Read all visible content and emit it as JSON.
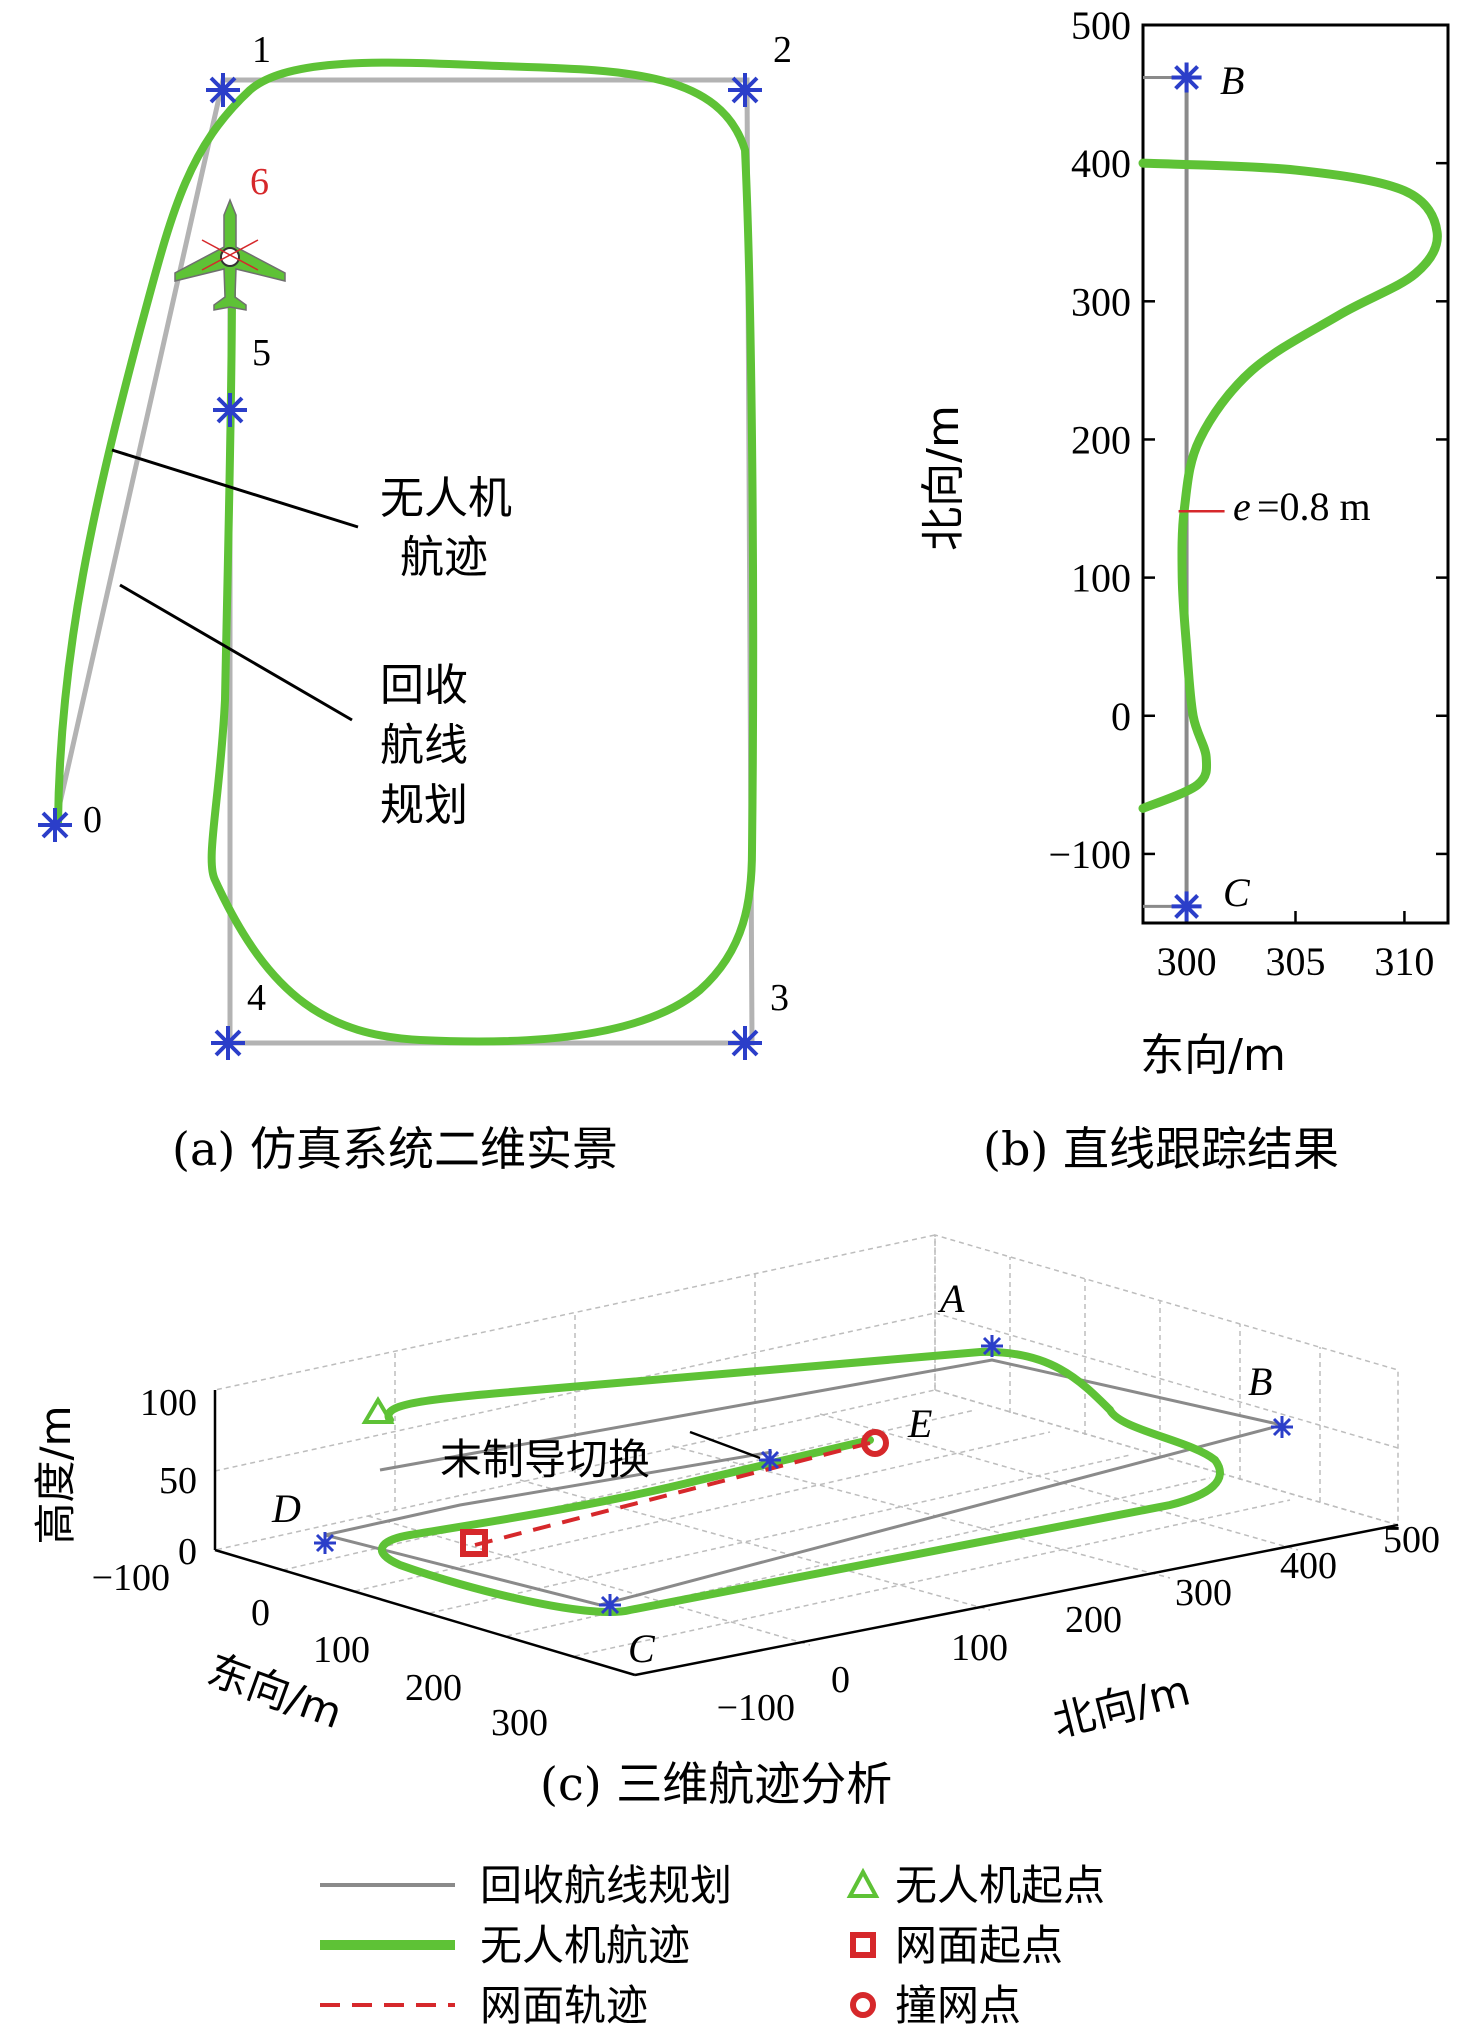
{
  "panel_a": {
    "caption": "(a) 仿真系统二维实景",
    "waypoints": [
      "0",
      "1",
      "2",
      "3",
      "4",
      "5",
      "6"
    ],
    "annotation_track_line1": "无人机",
    "annotation_track_line2": "航迹",
    "annotation_plan_line1": "回收",
    "annotation_plan_line2": "航线",
    "annotation_plan_line3": "规划",
    "colors": {
      "plan": "#b3b3b3",
      "track": "#5ec236",
      "marker": "#2b3ec9",
      "waypoint6": "#d6282b"
    }
  },
  "panel_b": {
    "caption": "(b) 直线跟踪结果",
    "error_label_prefix": "e",
    "error_label_value": "=0.8 m",
    "point_B": "B",
    "point_C": "C"
  },
  "panel_c": {
    "caption": "(c) 三维航迹分析",
    "point_labels": [
      "A",
      "B",
      "C",
      "D",
      "E"
    ],
    "switch_label": "末制导切换",
    "xlabel": "东向/m",
    "ylabel": "北向/m",
    "zlabel": "高度/m",
    "x_ticks": [
      "−100",
      "0",
      "100",
      "200",
      "300"
    ],
    "y_ticks": [
      "−100",
      "0",
      "100",
      "200",
      "300",
      "400",
      "500"
    ],
    "z_ticks": [
      "0",
      "50",
      "100"
    ]
  },
  "legend": {
    "plan": "回收航线规划",
    "track": "无人机航迹",
    "net": "网面轨迹",
    "uav_start": "无人机起点",
    "net_start": "网面起点",
    "hit": "撞网点"
  },
  "chart_data": [
    {
      "type": "line",
      "panel": "b",
      "xlabel": "东向/m",
      "ylabel": "北向/m",
      "xlim": [
        298,
        312
      ],
      "ylim": [
        -150,
        500
      ],
      "x_ticks": [
        300,
        305,
        310
      ],
      "y_ticks": [
        -100,
        0,
        100,
        200,
        300,
        400,
        500
      ],
      "grid": false,
      "series": [
        {
          "role": "plan",
          "x": [
            300,
            300
          ],
          "y": [
            -140,
            462
          ]
        },
        {
          "role": "track",
          "x": [
            298,
            300.5,
            300.9,
            300.3,
            300,
            299.8,
            299.9,
            300.6,
            303,
            307,
            310.5,
            311.5,
            310,
            305,
            298
          ],
          "y": [
            -67,
            -50,
            -30,
            0,
            50,
            100,
            150,
            200,
            250,
            290,
            320,
            350,
            380,
            395,
            400
          ]
        }
      ],
      "points": [
        {
          "label": "B",
          "x": 300,
          "y": 462
        },
        {
          "label": "C",
          "x": 300,
          "y": -138
        }
      ],
      "annotations": [
        {
          "text": "e=0.8 m",
          "x": 300,
          "y": 148
        }
      ]
    },
    {
      "type": "line",
      "panel": "c",
      "xlabel": "东向/m",
      "ylabel": "北向/m",
      "zlabel": "高度/m",
      "xlim": [
        -100,
        300
      ],
      "ylim": [
        -100,
        500
      ],
      "zlim": [
        0,
        100
      ],
      "grid": true,
      "points": [
        {
          "label": "A",
          "x": 0,
          "y": 470,
          "z": 100
        },
        {
          "label": "B",
          "x": 300,
          "y": 470,
          "z": 100
        },
        {
          "label": "C",
          "x": 300,
          "y": -130,
          "z": 5
        },
        {
          "label": "D",
          "x": 0,
          "y": -130,
          "z": 5
        },
        {
          "label": "E",
          "x": 150,
          "y": 250,
          "z": 50
        }
      ]
    }
  ]
}
